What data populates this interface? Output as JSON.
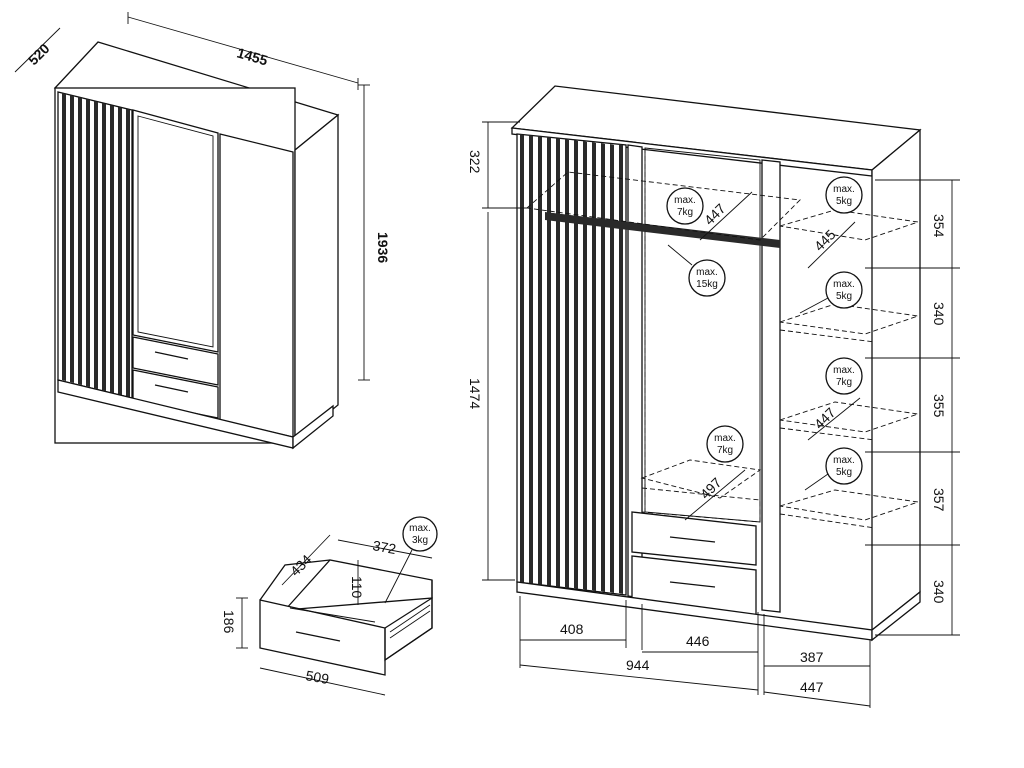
{
  "overview": {
    "width": "1455",
    "depth": "520",
    "height": "1936"
  },
  "drawer": {
    "depth": "434",
    "inner_width": "372",
    "inner_height": "110",
    "front_height": "186",
    "width": "509",
    "load": {
      "max": "max.",
      "weight": "3kg"
    }
  },
  "left_section": {
    "top_height": "322",
    "hanging_height": "1474",
    "shelf_depth_top": "447",
    "shelf_depth_bottom": "497",
    "load_top": {
      "max": "max.",
      "weight": "7kg"
    },
    "load_rail": {
      "max": "max.",
      "weight": "15kg"
    },
    "load_bottom": {
      "max": "max.",
      "weight": "7kg"
    }
  },
  "right_section": {
    "shelf_heights": [
      "354",
      "340",
      "355",
      "357",
      "340"
    ],
    "shelf_depth_top": "445",
    "shelf_depth_mid": "447",
    "loads": [
      {
        "max": "max.",
        "weight": "5kg"
      },
      {
        "max": "max.",
        "weight": "5kg"
      },
      {
        "max": "max.",
        "weight": "7kg"
      },
      {
        "max": "max.",
        "weight": "5kg"
      }
    ]
  },
  "bottom_dims": {
    "left_width": "408",
    "middle_width": "446",
    "combined_width": "944",
    "right_inner": "387",
    "right_outer": "447"
  }
}
